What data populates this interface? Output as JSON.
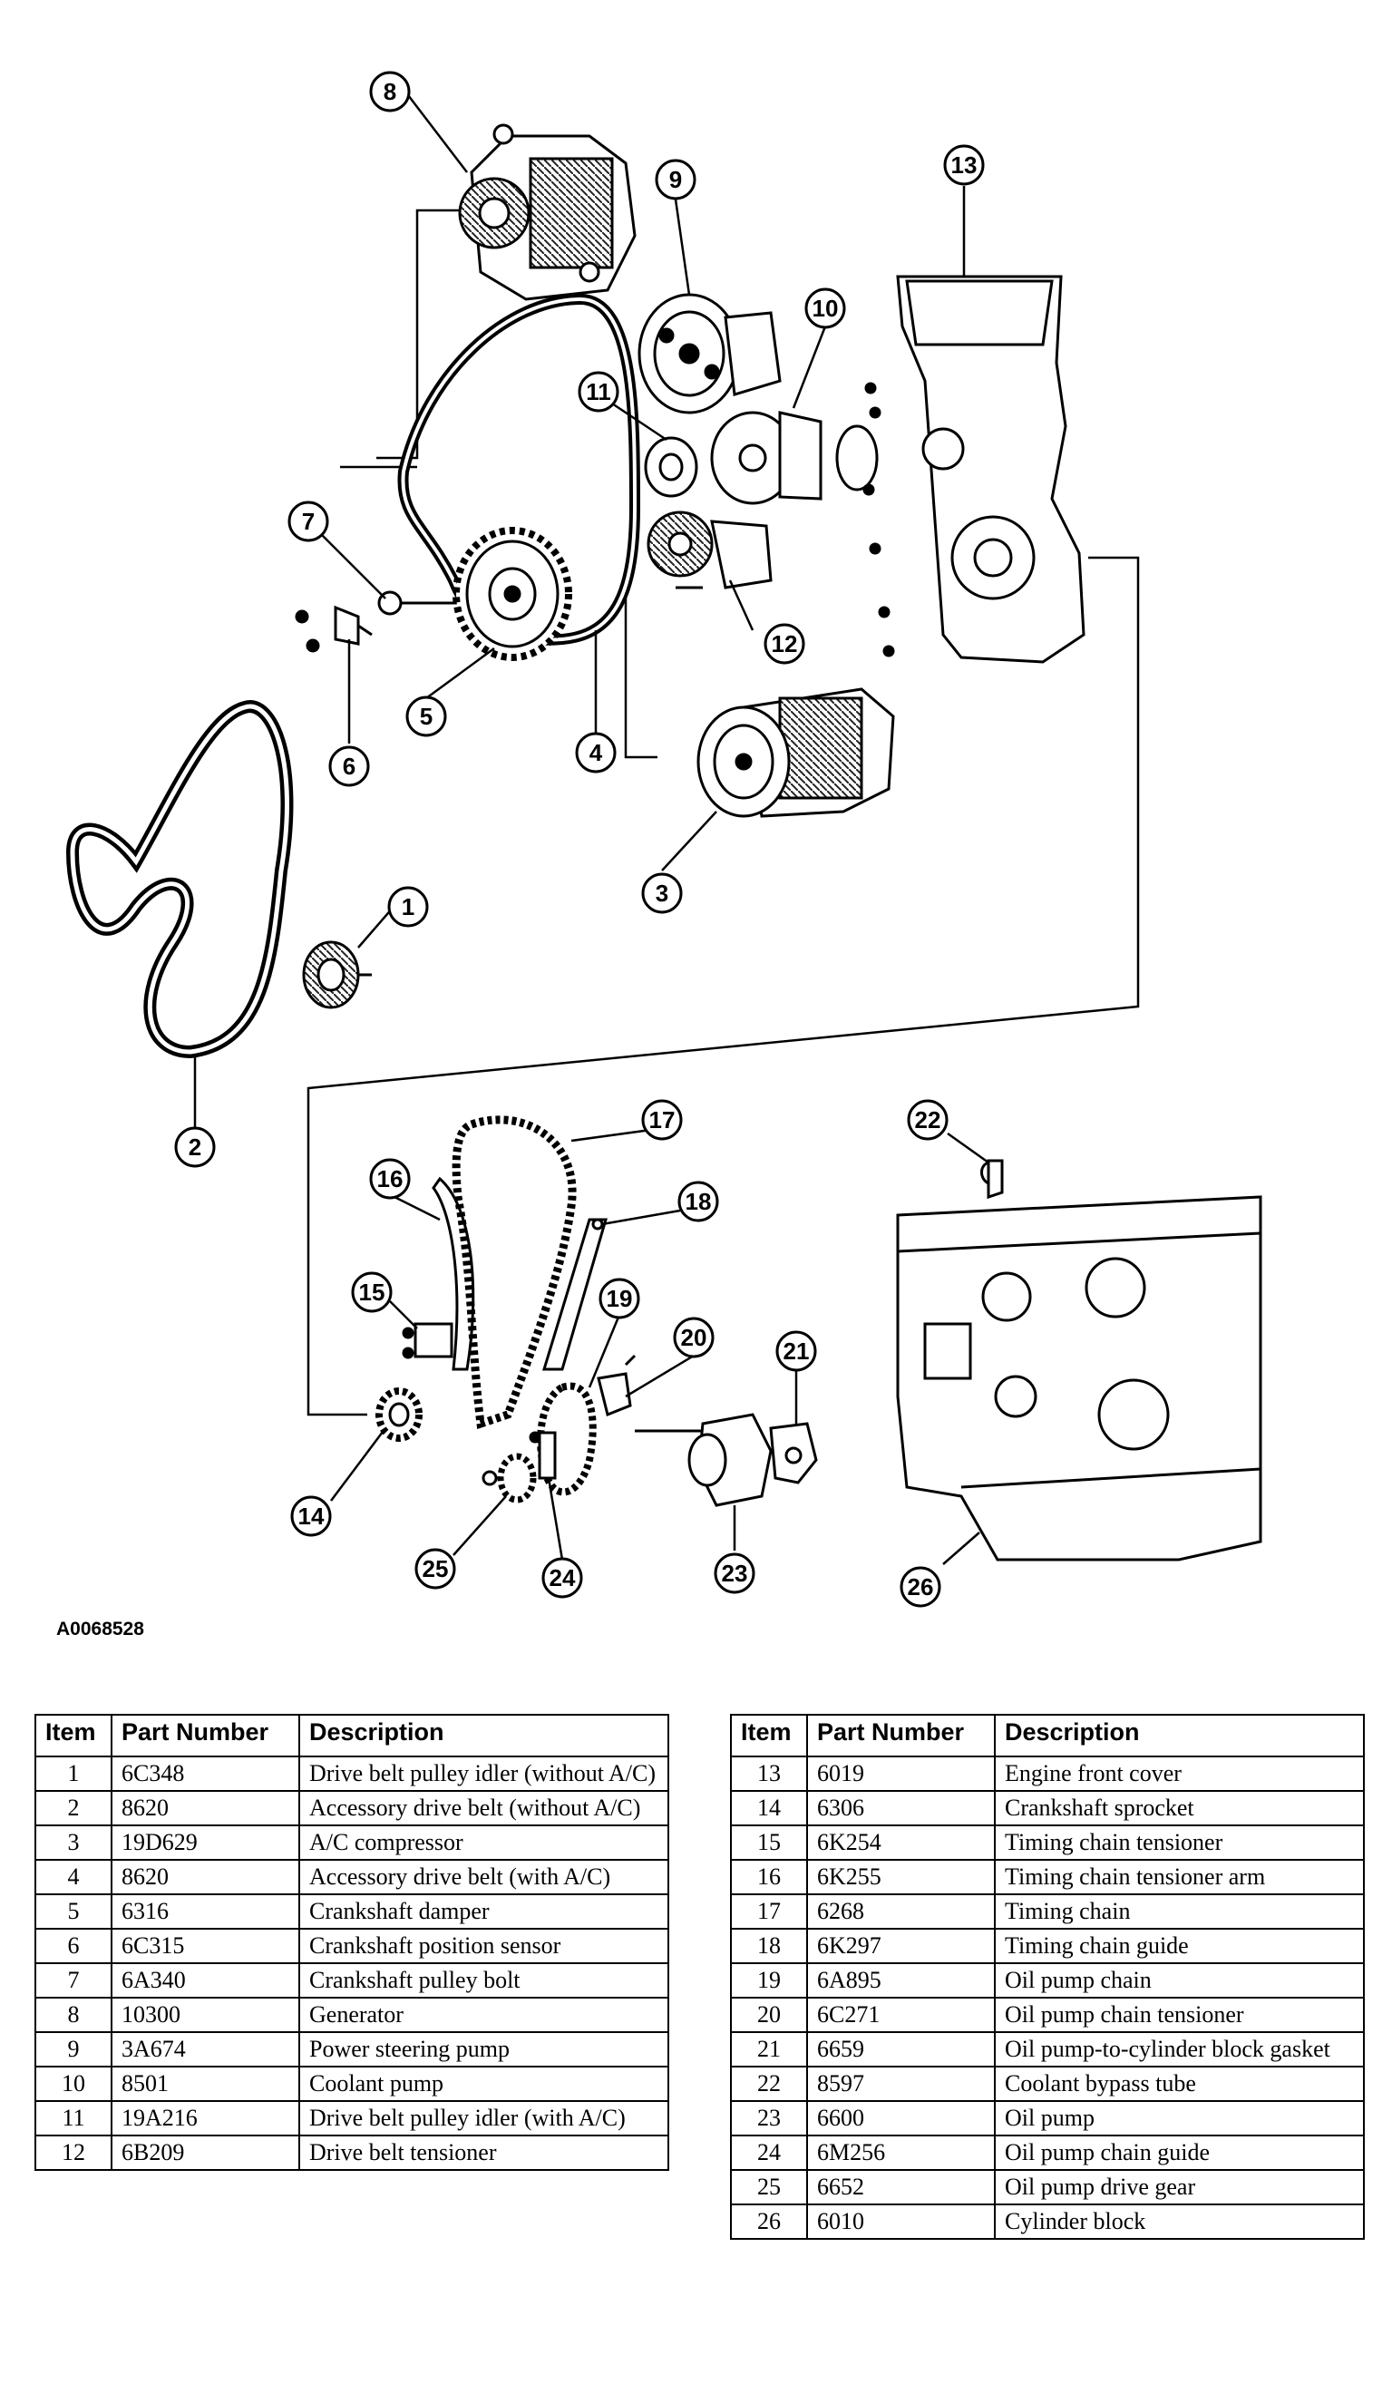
{
  "figure_id": "A0068528",
  "callouts": [
    "1",
    "2",
    "3",
    "4",
    "5",
    "6",
    "7",
    "8",
    "9",
    "10",
    "11",
    "12",
    "13",
    "14",
    "15",
    "16",
    "17",
    "18",
    "19",
    "20",
    "21",
    "22",
    "23",
    "24",
    "25",
    "26"
  ],
  "table": {
    "headers": {
      "item": "Item",
      "part_number": "Part Number",
      "description": "Description"
    },
    "left_rows": [
      {
        "item": "1",
        "part_number": "6C348",
        "description": "Drive belt pulley idler (without A/C)"
      },
      {
        "item": "2",
        "part_number": "8620",
        "description": "Accessory drive belt (without A/C)"
      },
      {
        "item": "3",
        "part_number": "19D629",
        "description": "A/C compressor"
      },
      {
        "item": "4",
        "part_number": "8620",
        "description": "Accessory drive belt (with A/C)"
      },
      {
        "item": "5",
        "part_number": "6316",
        "description": "Crankshaft damper"
      },
      {
        "item": "6",
        "part_number": "6C315",
        "description": "Crankshaft position sensor"
      },
      {
        "item": "7",
        "part_number": "6A340",
        "description": "Crankshaft pulley bolt"
      },
      {
        "item": "8",
        "part_number": "10300",
        "description": "Generator"
      },
      {
        "item": "9",
        "part_number": "3A674",
        "description": "Power steering pump"
      },
      {
        "item": "10",
        "part_number": "8501",
        "description": "Coolant pump"
      },
      {
        "item": "11",
        "part_number": "19A216",
        "description": "Drive belt pulley idler (with A/C)"
      },
      {
        "item": "12",
        "part_number": "6B209",
        "description": "Drive belt tensioner"
      }
    ],
    "right_rows": [
      {
        "item": "13",
        "part_number": "6019",
        "description": "Engine front cover"
      },
      {
        "item": "14",
        "part_number": "6306",
        "description": "Crankshaft sprocket"
      },
      {
        "item": "15",
        "part_number": "6K254",
        "description": "Timing chain tensioner"
      },
      {
        "item": "16",
        "part_number": "6K255",
        "description": "Timing chain tensioner arm"
      },
      {
        "item": "17",
        "part_number": "6268",
        "description": "Timing chain"
      },
      {
        "item": "18",
        "part_number": "6K297",
        "description": "Timing chain guide"
      },
      {
        "item": "19",
        "part_number": "6A895",
        "description": "Oil pump chain"
      },
      {
        "item": "20",
        "part_number": "6C271",
        "description": "Oil pump chain tensioner"
      },
      {
        "item": "21",
        "part_number": "6659",
        "description": "Oil pump-to-cylinder block gasket"
      },
      {
        "item": "22",
        "part_number": "8597",
        "description": "Coolant bypass tube"
      },
      {
        "item": "23",
        "part_number": "6600",
        "description": "Oil pump"
      },
      {
        "item": "24",
        "part_number": "6M256",
        "description": "Oil pump chain guide"
      },
      {
        "item": "25",
        "part_number": "6652",
        "description": "Oil pump drive gear"
      },
      {
        "item": "26",
        "part_number": "6010",
        "description": "Cylinder block"
      }
    ]
  }
}
